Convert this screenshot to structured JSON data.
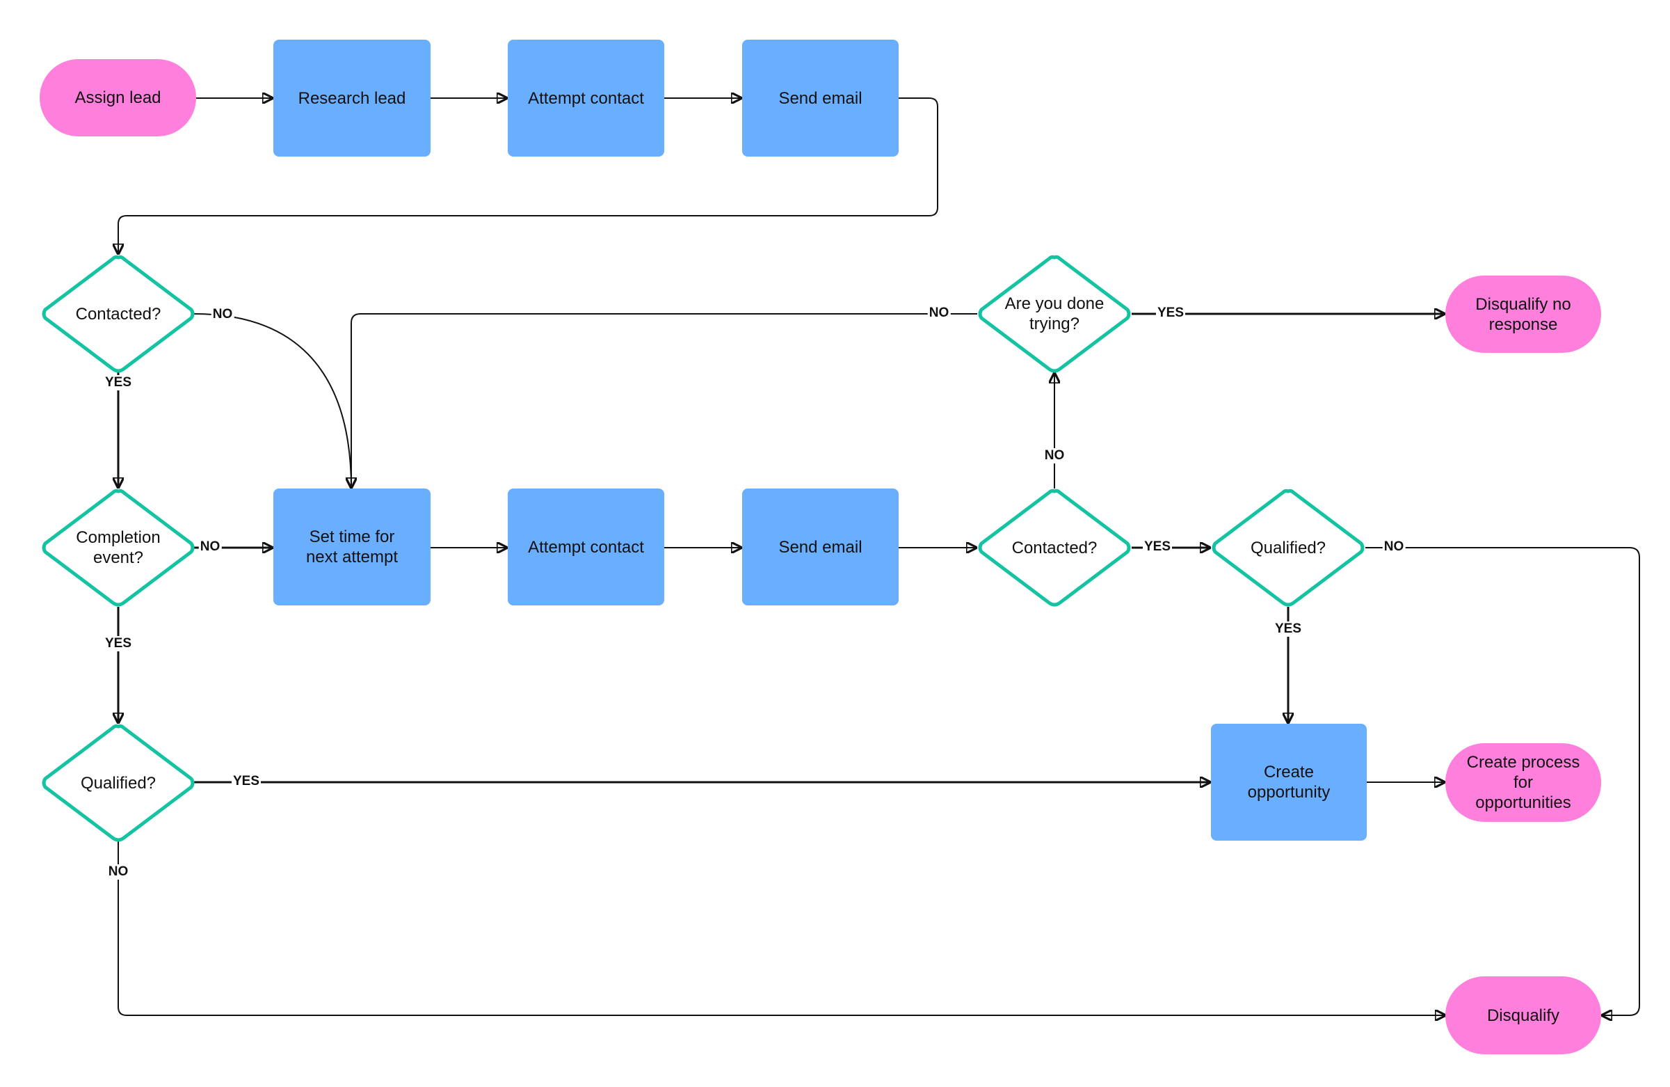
{
  "nodes": {
    "assign_lead": "Assign lead",
    "research_lead": "Research lead",
    "attempt_contact_1": "Attempt contact",
    "send_email_1": "Send email",
    "contacted_1": "Contacted?",
    "completion_event": "Completion event?",
    "qualified_1": "Qualified?",
    "set_time": "Set time for next attempt",
    "attempt_contact_2": "Attempt contact",
    "send_email_2": "Send email",
    "contacted_2": "Contacted?",
    "are_you_done": "Are you done trying?",
    "disqualify_no_response": "Disqualify no response",
    "qualified_2": "Qualified?",
    "create_opportunity": "Create opportunity",
    "create_process": "Create process for opportunities",
    "disqualify": "Disqualify"
  },
  "edge_labels": {
    "contacted_1_no": "NO",
    "contacted_1_yes": "YES",
    "completion_no": "NO",
    "completion_yes": "YES",
    "qualified_1_yes": "YES",
    "qualified_1_no": "NO",
    "done_no": "NO",
    "done_yes": "YES",
    "contacted_2_no": "NO",
    "contacted_2_yes": "YES",
    "qualified_2_no": "NO",
    "qualified_2_yes": "YES"
  },
  "colors": {
    "terminal": "#ff80dc",
    "process": "#6aafff",
    "decision_stroke": "#14c3a2",
    "edge": "#111111"
  }
}
